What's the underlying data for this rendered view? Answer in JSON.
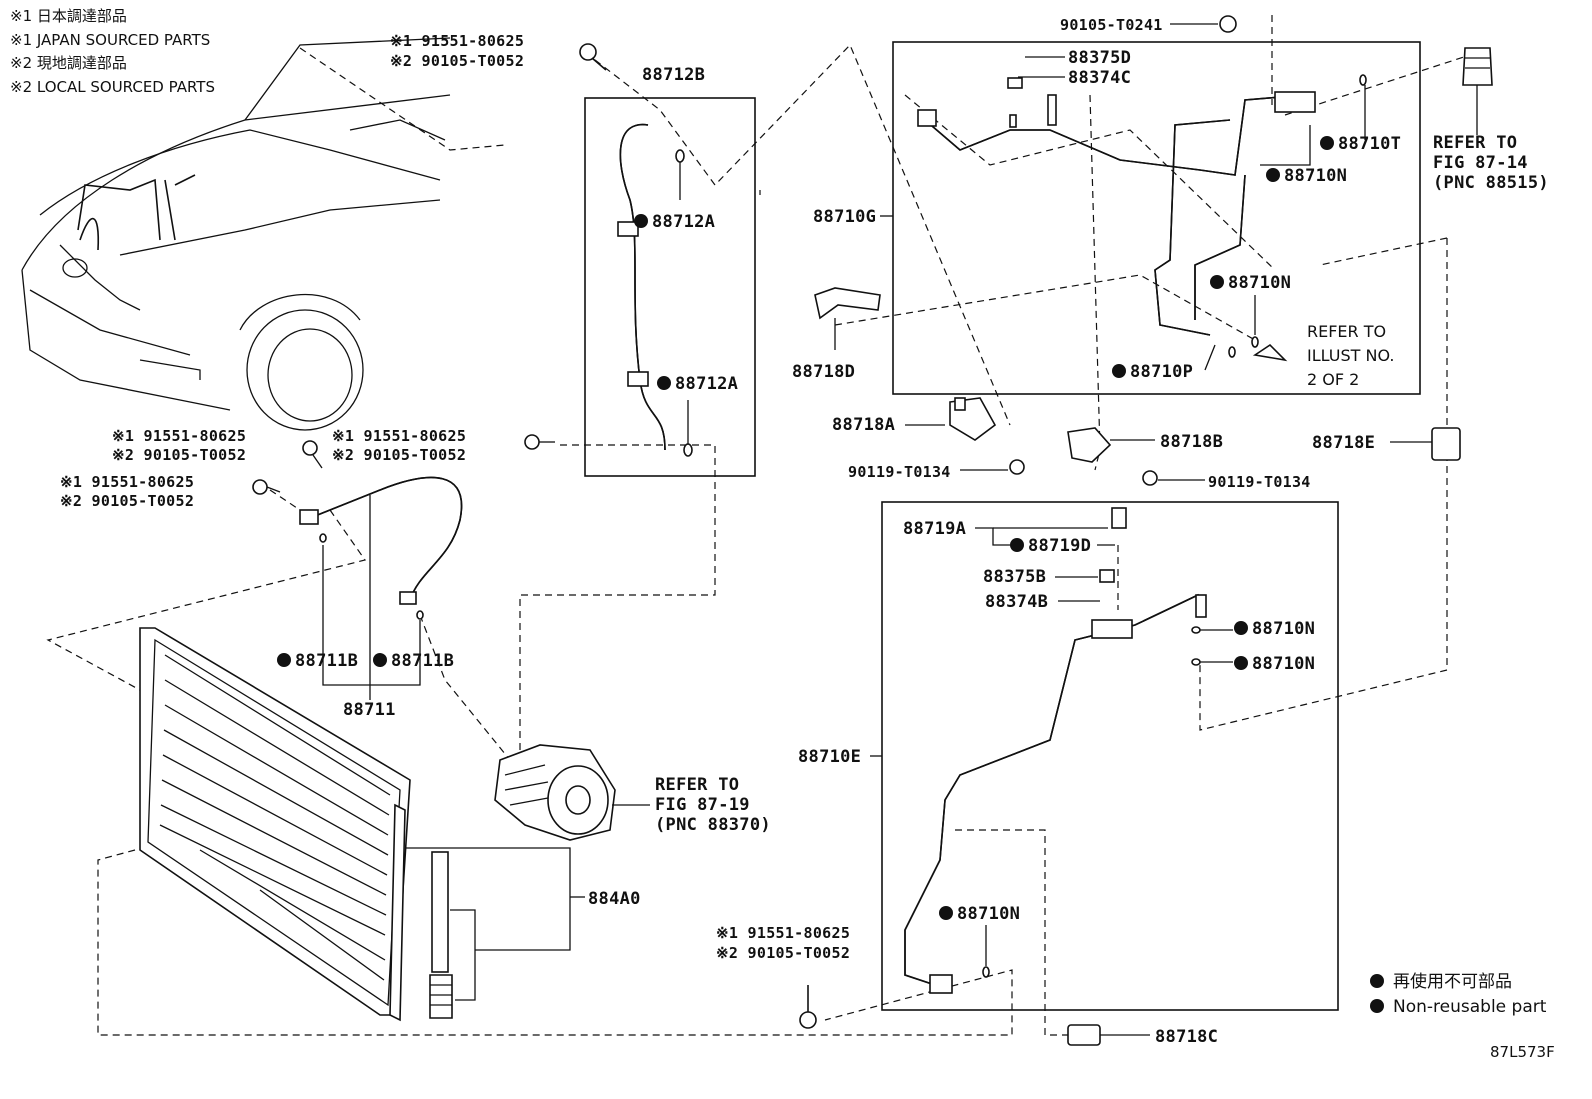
{
  "notes": [
    "※1 日本調達部品",
    "※1 JAPAN SOURCED PARTS",
    "※2 現地調達部品",
    "※2 LOCAL SOURCED PARTS"
  ],
  "labels": {
    "p88712B": "88712B",
    "p88712A_1": "88712A",
    "p88712A_2": "88712A",
    "p88711B_1": "88711B",
    "p88711B_2": "88711B",
    "p88711": "88711",
    "p884A0": "884A0",
    "p88710G": "88710G",
    "p88375D": "88375D",
    "p88374C": "88374C",
    "p88710T": "88710T",
    "p88710N_a": "88710N",
    "p88710N_b": "88710N",
    "p88710P": "88710P",
    "p88718D": "88718D",
    "p88718A": "88718A",
    "p88718B": "88718B",
    "p88718E": "88718E",
    "p88719A": "88719A",
    "p88719D": "88719D",
    "p88375B": "88375B",
    "p88374B": "88374B",
    "p88710N_c": "88710N",
    "p88710N_d": "88710N",
    "p88710E": "88710E",
    "p88710N_e": "88710N",
    "p88718C": "88718C",
    "b90105T0241": "90105-T0241",
    "b90119a": "90119-T0134",
    "b90119b": "90119-T0134"
  },
  "bolts": {
    "top_center": [
      "※1 91551-80625",
      "※2 90105-T0052"
    ],
    "left_mid": [
      "※1 91551-80625",
      "※2 90105-T0052"
    ],
    "center_mid": [
      "※1 91551-80625",
      "※2 90105-T0052"
    ],
    "left_lower": [
      "※1 91551-80625",
      "※2 90105-T0052"
    ],
    "bottom": [
      "※1 91551-80625",
      "※2 90105-T0052"
    ]
  },
  "refers": {
    "fig8714": [
      "REFER TO",
      "FIG 87-14",
      "(PNC 88515)"
    ],
    "illust": [
      "REFER TO",
      "ILLUST NO.",
      "2 OF 2"
    ],
    "fig8719": [
      "REFER TO",
      "FIG 87-19",
      "(PNC 88370)"
    ]
  },
  "legend": {
    "jp": "再使用不可部品",
    "en": "Non-reusable part"
  },
  "figure_code": "87L573F",
  "colors": {
    "ink": "#111111",
    "background": "#ffffff"
  }
}
